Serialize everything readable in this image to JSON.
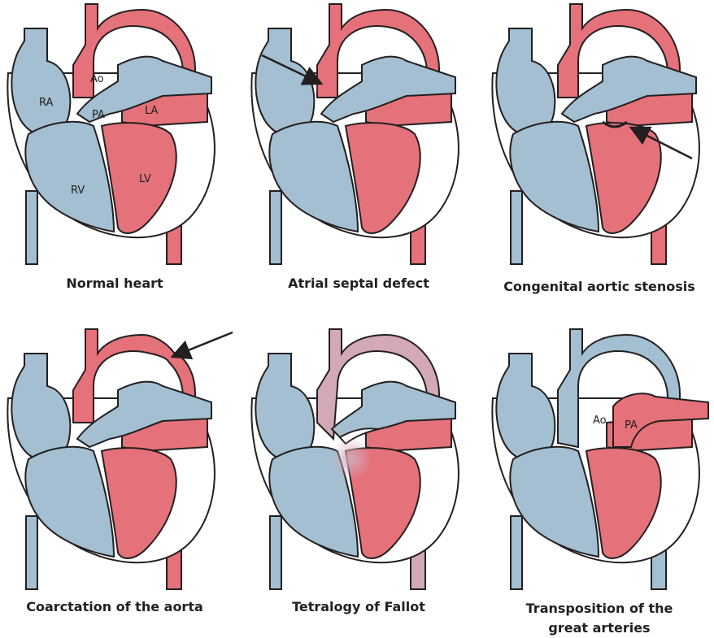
{
  "colors": {
    "deoxygenated": "#a3bfd1",
    "oxygenated": "#e5717a",
    "mixed": "#d3a9b9",
    "outline": "#231f20",
    "background": "#ffffff"
  },
  "panels": [
    {
      "caption": "Normal heart",
      "labels": {
        "ra": "RA",
        "ao": "Ao",
        "pa": "PA",
        "la": "LA",
        "rv": "RV",
        "lv": "LV"
      }
    },
    {
      "caption": "Atrial septal defect"
    },
    {
      "caption": "Congenital aortic stenosis"
    },
    {
      "caption": "Coarctation of the aorta"
    },
    {
      "caption": "Tetralogy of Fallot"
    },
    {
      "caption": "Transposition of the great arteries",
      "caption_line1": "Transposition of the",
      "caption_line2": "great arteries",
      "labels": {
        "ao": "Ao",
        "pa": "PA"
      }
    }
  ]
}
